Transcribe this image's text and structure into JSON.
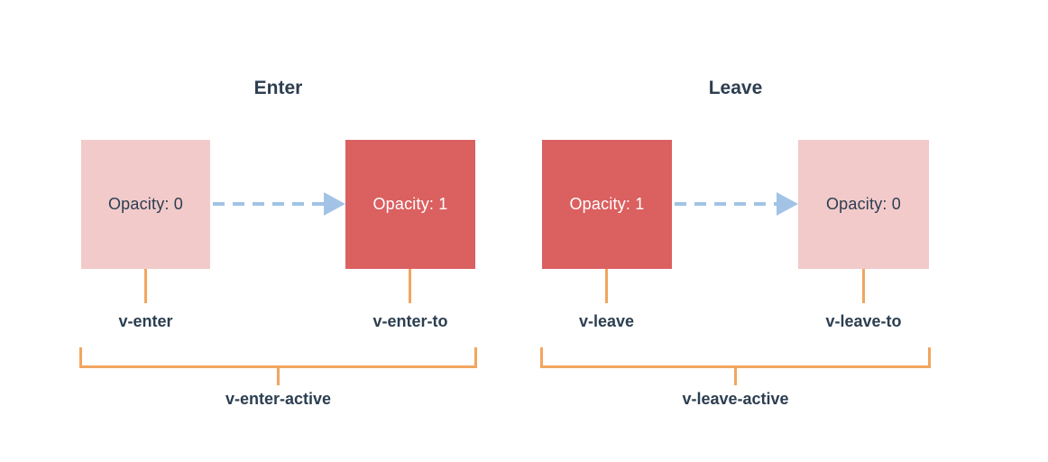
{
  "colors": {
    "background": "#ffffff",
    "box-pink": "#f2caca",
    "box-red": "#db6060",
    "text-dark": "#2c3e50",
    "text-on-red": "#ffffff",
    "arrow-blue": "#a2c3e5",
    "bracket-orange": "#f2a55f"
  },
  "diagram": {
    "sections": [
      {
        "title": "Enter",
        "from_box": {
          "label": "Opacity: 0",
          "variant": "pink"
        },
        "to_box": {
          "label": "Opacity: 1",
          "variant": "red"
        },
        "from_class": "v-enter",
        "to_class": "v-enter-to",
        "active_class": "v-enter-active"
      },
      {
        "title": "Leave",
        "from_box": {
          "label": "Opacity: 1",
          "variant": "red"
        },
        "to_box": {
          "label": "Opacity: 0",
          "variant": "pink"
        },
        "from_class": "v-leave",
        "to_class": "v-leave-to",
        "active_class": "v-leave-active"
      }
    ]
  }
}
